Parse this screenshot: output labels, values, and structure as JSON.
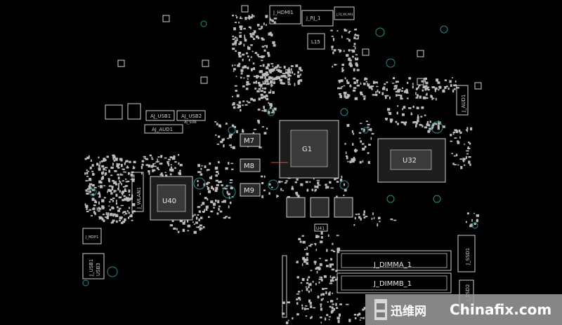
{
  "title": "",
  "colors": {
    "background": "#000000",
    "outline": "#cfcfcf",
    "pad": "#bdbdbd",
    "via": "#2a8c8c",
    "chip_fill": "#2a2a2a",
    "highlight": "#e04848",
    "watermark_bg": "#b0b0b0",
    "watermark_text": "#ffffff"
  },
  "components": {
    "hdmi": "J_HDMI1",
    "rj45": "J_RJ_1",
    "rj_small": "J_RJ_WLAN1",
    "l15": "L15",
    "usb1": "AJ_USB1",
    "usb2": "AJ_USB2",
    "aj_sub": "AJ_SUB",
    "aj_audio": "AJ_AUD1",
    "g1": "G1",
    "u32": "U32",
    "m7": "M7",
    "m8": "M8",
    "m9": "M9",
    "u40": "U40",
    "j_wlan": "J_WLAN1",
    "u41": "U41",
    "j_mdp": "J_MDP1",
    "j_usb3": "J_USB1",
    "j_usb3b": "USB3",
    "j_dimma": "J_DIMMA_1",
    "j_dimmb": "J_DIMMB_1",
    "j_ssd1": "J_SSD1",
    "j_ssd2": "J_SSD2",
    "j_aud1": "J_AUD1"
  },
  "watermark": {
    "cn_text": "迅维网",
    "en_text": "Chinafix.com",
    "logo_icon": "chinafix-logo-icon"
  }
}
